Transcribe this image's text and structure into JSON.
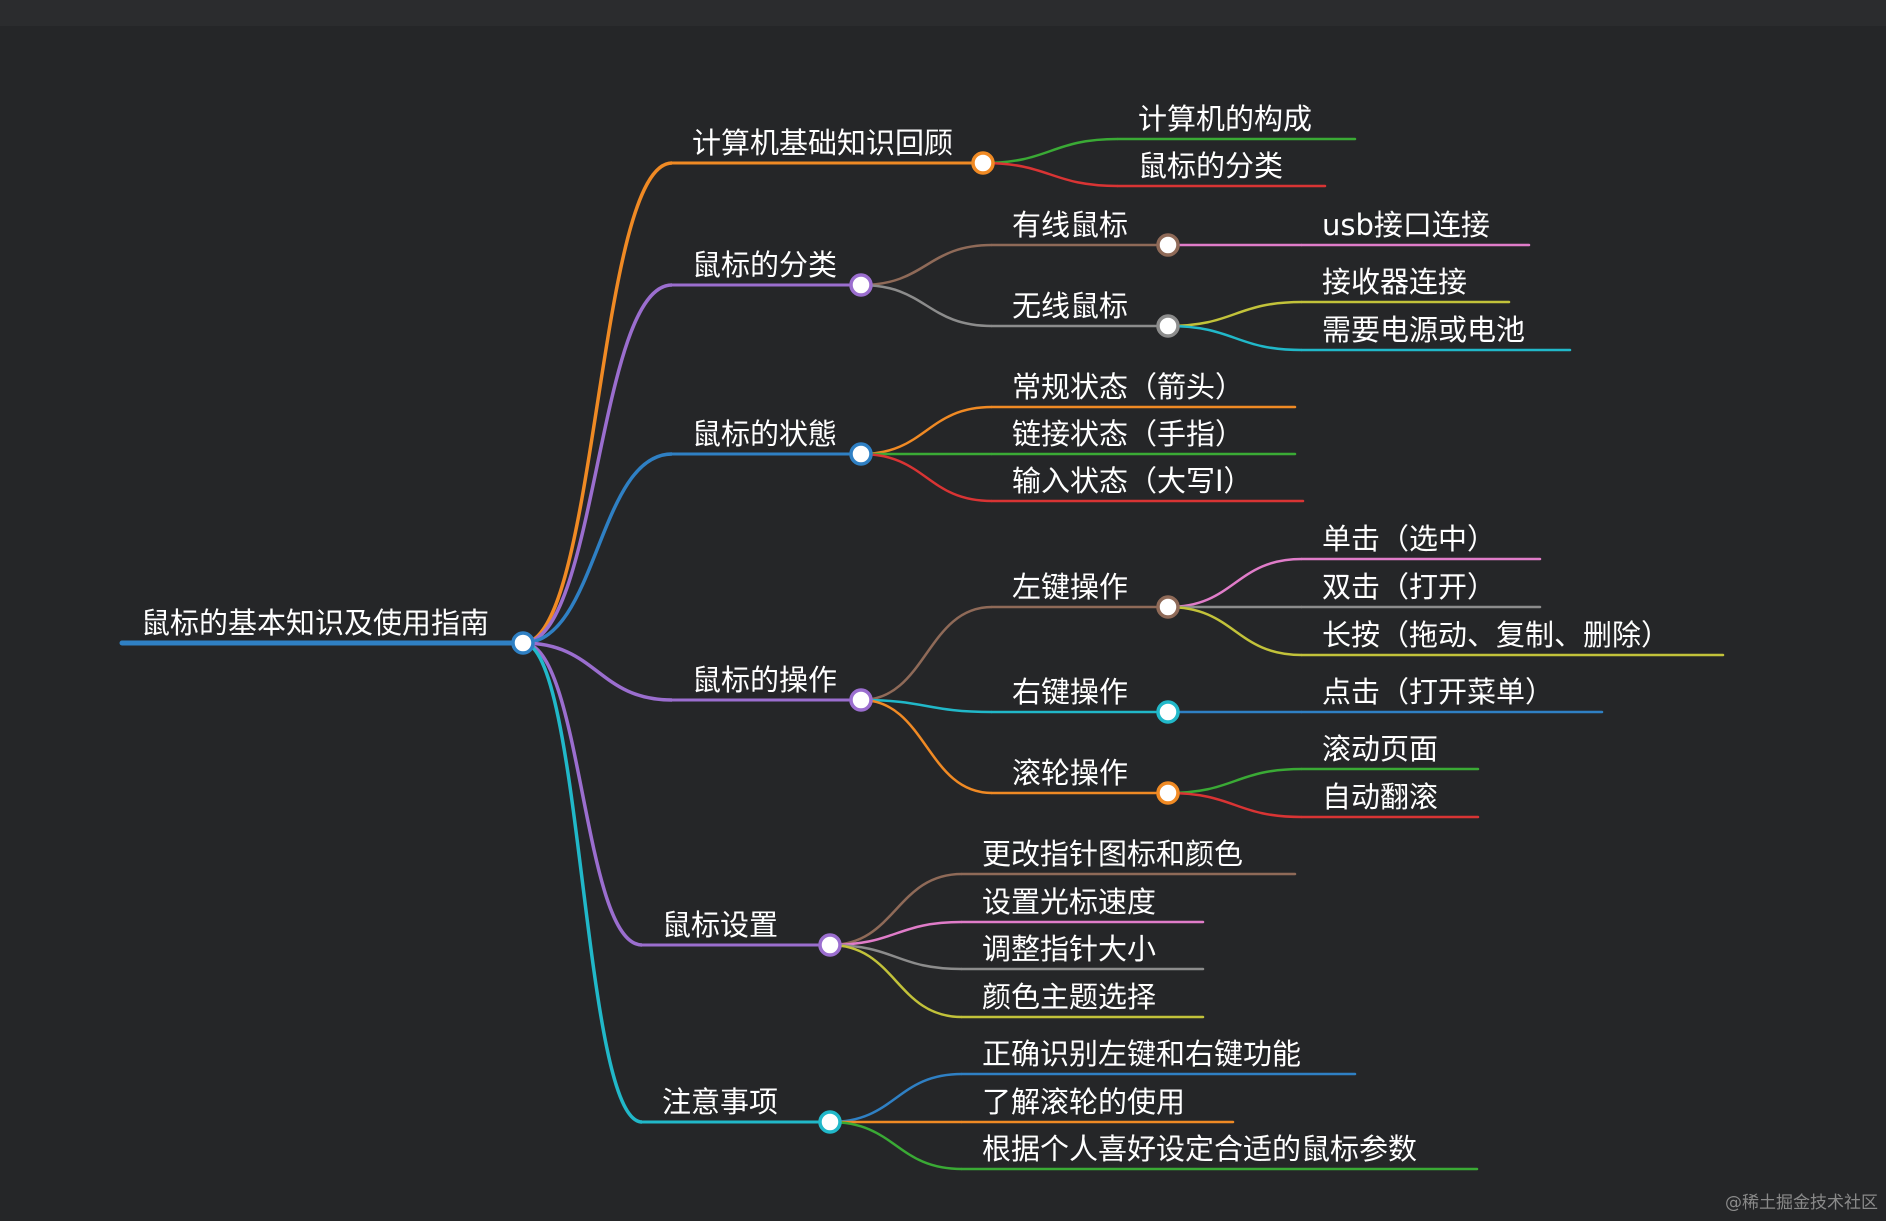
{
  "mindmap": {
    "root": "鼠标的基本知识及使用指南",
    "branches": [
      {
        "label": "计算机基础知识回顾",
        "color": "#f08a24",
        "children": [
          {
            "label": "计算机的构成",
            "color": "#3aaa35"
          },
          {
            "label": "鼠标的分类",
            "color": "#d93434"
          }
        ]
      },
      {
        "label": "鼠标的分类",
        "color": "#9b6ecf",
        "children": [
          {
            "label": "有线鼠标",
            "color": "#8f6a58",
            "children": [
              {
                "label": "usb接口连接",
                "color": "#e07cc9"
              }
            ]
          },
          {
            "label": "无线鼠标",
            "color": "#8c8c8c",
            "children": [
              {
                "label": "接收器连接",
                "color": "#c2c23a"
              },
              {
                "label": "需要电源或电池",
                "color": "#21b8c9"
              }
            ]
          }
        ]
      },
      {
        "label": "鼠标的状態",
        "color": "#2f80c4",
        "children": [
          {
            "label": "常规状态（箭头）",
            "color": "#f08a24"
          },
          {
            "label": "链接状态（手指）",
            "color": "#3aaa35"
          },
          {
            "label": "输入状态（大写I）",
            "color": "#d93434"
          }
        ]
      },
      {
        "label": "鼠标的操作",
        "color": "#9b6ecf",
        "children": [
          {
            "label": "左键操作",
            "color": "#8f6a58",
            "children": [
              {
                "label": "单击（选中）",
                "color": "#e07cc9"
              },
              {
                "label": "双击（打开）",
                "color": "#8c8c8c"
              },
              {
                "label": "长按（拖动、复制、删除）",
                "color": "#c2c23a"
              }
            ]
          },
          {
            "label": "右键操作",
            "color": "#21b8c9",
            "children": [
              {
                "label": "点击（打开菜单）",
                "color": "#2f80c4"
              }
            ]
          },
          {
            "label": "滚轮操作",
            "color": "#f08a24",
            "children": [
              {
                "label": "滚动页面",
                "color": "#3aaa35"
              },
              {
                "label": "自动翻滚",
                "color": "#d93434"
              }
            ]
          }
        ]
      },
      {
        "label": "鼠标设置",
        "color": "#9b6ecf",
        "children": [
          {
            "label": "更改指针图标和颜色",
            "color": "#8f6a58"
          },
          {
            "label": "设置光标速度",
            "color": "#e07cc9"
          },
          {
            "label": "调整指针大小",
            "color": "#8c8c8c"
          },
          {
            "label": "颜色主题选择",
            "color": "#c2c23a"
          }
        ]
      },
      {
        "label": "注意事项",
        "color": "#21b8c9",
        "children": [
          {
            "label": "正确识别左键和右键功能",
            "color": "#2f80c4"
          },
          {
            "label": "了解滚轮的使用",
            "color": "#f08a24"
          },
          {
            "label": "根据个人喜好设定合适的鼠标参数",
            "color": "#3aaa35"
          }
        ]
      }
    ]
  },
  "root_color": "#2f80c4",
  "watermark": "@稀土掘金技术社区"
}
